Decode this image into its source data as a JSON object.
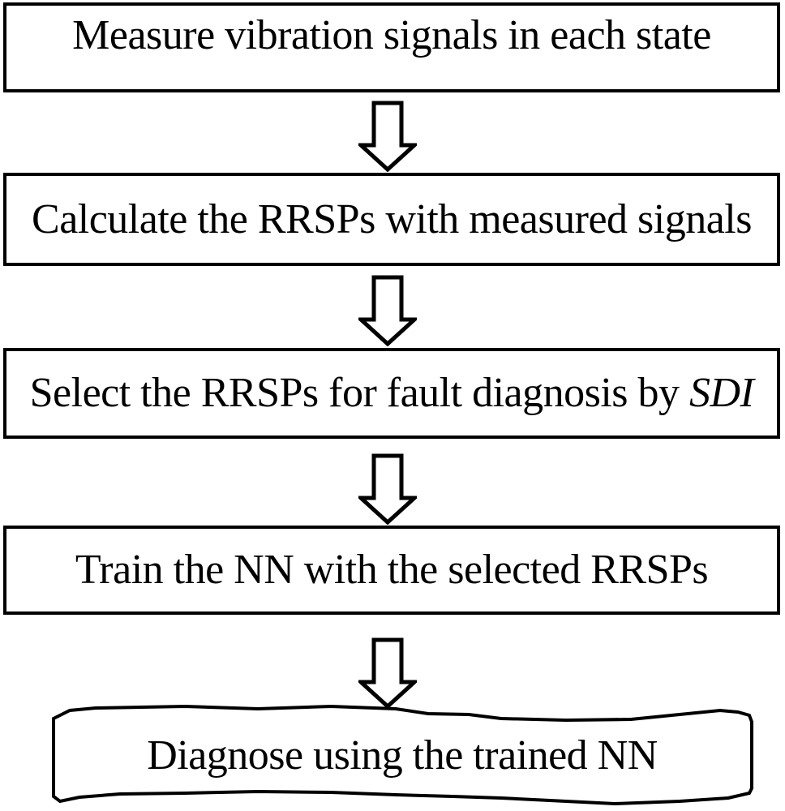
{
  "flowchart": {
    "type": "vertical-flow",
    "connector_icon": "down-block-arrow",
    "colors": {
      "box_border": "#000000",
      "box_fill": "#ffffff",
      "text": "#000000",
      "arrow_outline": "#000000",
      "arrow_fill": "#ffffff",
      "background": "#ffffff"
    },
    "steps": [
      {
        "label": "Measure vibration signals in each state",
        "box_style": "solid"
      },
      {
        "label": "Calculate the RRSPs with measured signals",
        "box_style": "solid"
      },
      {
        "label_prefix": "Select the RRSPs for fault diagnosis by",
        "label_emphasis": "SDI",
        "box_style": "solid"
      },
      {
        "label": "Train the NN with the selected RRSPs",
        "box_style": "solid"
      },
      {
        "label": "Diagnose using the trained NN",
        "box_style": "hand-drawn-wavy"
      }
    ]
  }
}
